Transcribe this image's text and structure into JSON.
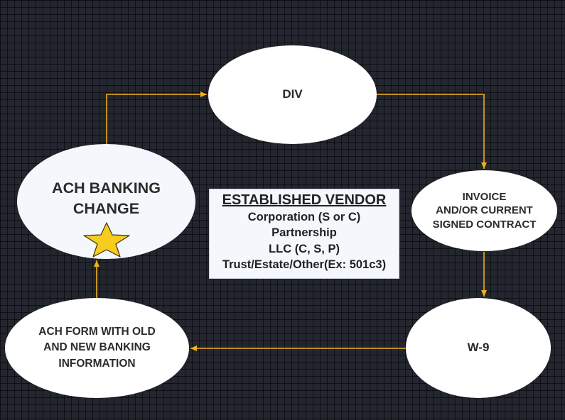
{
  "diagram": {
    "colors": {
      "background": "#23262e",
      "connector": "#f2b01c",
      "node_fill": "#ffffff",
      "node_text": "#2b2b2b",
      "star_fill": "#f5cc1f"
    },
    "nodes": {
      "div": {
        "label": "DIV"
      },
      "invoice": {
        "label": "INVOICE\nAND/OR  CURRENT\nSIGNED CONTRACT"
      },
      "w9": {
        "label": "W-9"
      },
      "ach_form": {
        "label": "ACH FORM WITH OLD\nAND NEW BANKING\nINFORMATION"
      },
      "ach_banking_change": {
        "label": "ACH BANKING\nCHANGE",
        "icon": "star-icon"
      }
    },
    "flow": [
      [
        "ach_banking_change",
        "div"
      ],
      [
        "div",
        "invoice"
      ],
      [
        "invoice",
        "w9"
      ],
      [
        "w9",
        "ach_form"
      ],
      [
        "ach_form",
        "ach_banking_change"
      ]
    ],
    "vendor_box": {
      "title": "ESTABLISHED VENDOR",
      "items": [
        "Corporation (S or C)",
        "Partnership",
        "LLC (C, S, P)",
        "Trust/Estate/Other(Ex: 501c3)"
      ]
    }
  }
}
